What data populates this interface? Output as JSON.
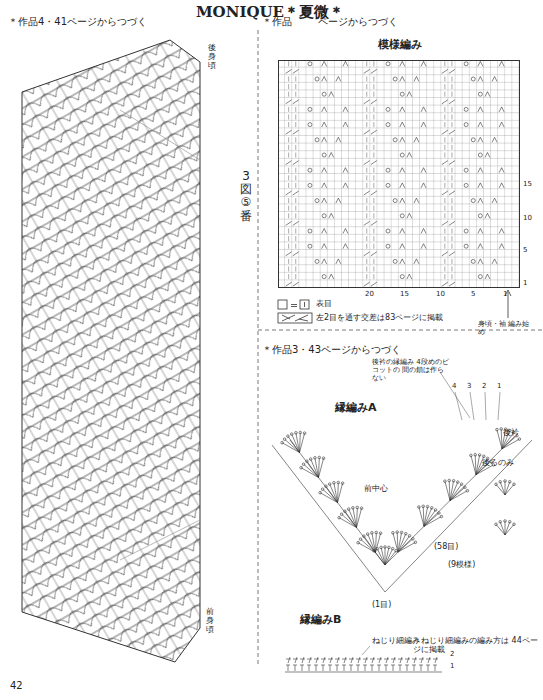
{
  "diagram": {
    "nodes": [
      {
        "text": [
          "模様編み"
        ]
      }
    ],
    "labels": [
      "MONIQUE＊夏微＊",
      "＊作品4・41ページからつづく",
      "＊作品",
      "ページからつづく",
      "後身頃",
      "3図 ⑤ 番",
      "前身頃",
      "身頃・袖 編み始め",
      "15",
      "10",
      "5",
      "1",
      "20",
      "15",
      "10",
      "5",
      "1",
      "＊作品3・43ページからつづく",
      "縁編みA",
      "後衿の縁編み 4段めのピコットの 間の鎖は作らない",
      "4",
      "3",
      "2",
      "1",
      "後衿",
      "後ろのみ",
      "前中心",
      "(58目)",
      "(9模様)",
      "(1目)",
      "縁編みB",
      "ねじり細編み",
      "2",
      "1",
      "＊ねじり細編みの編み方は 44ページに掲載",
      "42"
    ],
    "legend": [
      {
        "text": "表目"
      },
      {
        "text": "左2目を通す交差は83ページに掲載"
      }
    ]
  }
}
